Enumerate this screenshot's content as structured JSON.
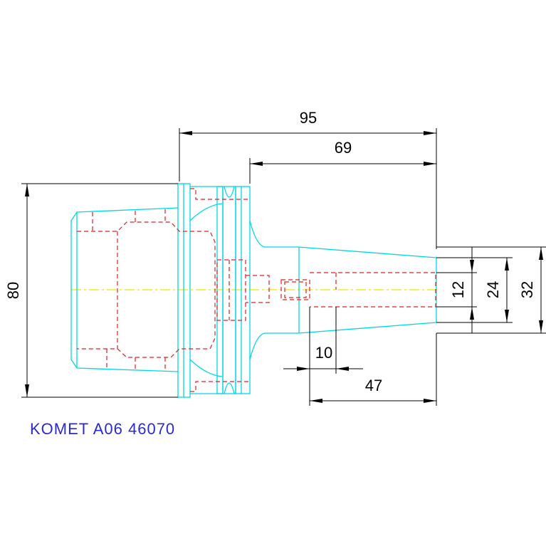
{
  "dimensions": {
    "overall_length": "95",
    "shank_length": "69",
    "flange_diameter": "80",
    "bore_diameter": "12",
    "mid_diameter": "24",
    "nose_diameter": "32",
    "bore_offset": "10",
    "nose_length": "47"
  },
  "caption": "KOMET A06 46070",
  "colors": {
    "outline": "#00d8e0",
    "hidden": "#e02020",
    "centerline": "#e6e600",
    "dimension": "#000000",
    "caption": "#2a2acf"
  }
}
